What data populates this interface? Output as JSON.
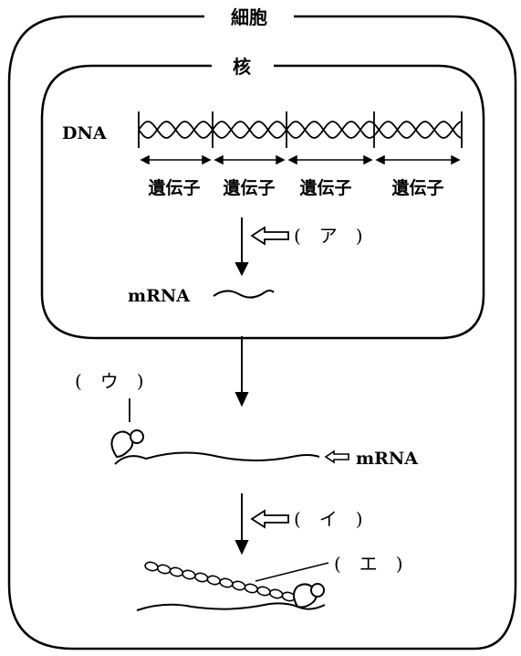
{
  "cell": {
    "label": "細胞"
  },
  "nucleus": {
    "label": "核"
  },
  "dna": {
    "label": "DNA",
    "genes": [
      "遺伝子",
      "遺伝子",
      "遺伝子",
      "遺伝子"
    ]
  },
  "mrna_in_nucleus": {
    "label": "mRNA"
  },
  "blanks": {
    "a": "(　ア　)",
    "u": "(　ウ　)",
    "i": "(　イ　)",
    "e": "(　エ　)"
  },
  "mrna_cytoplasm": {
    "label": "mRNA"
  }
}
